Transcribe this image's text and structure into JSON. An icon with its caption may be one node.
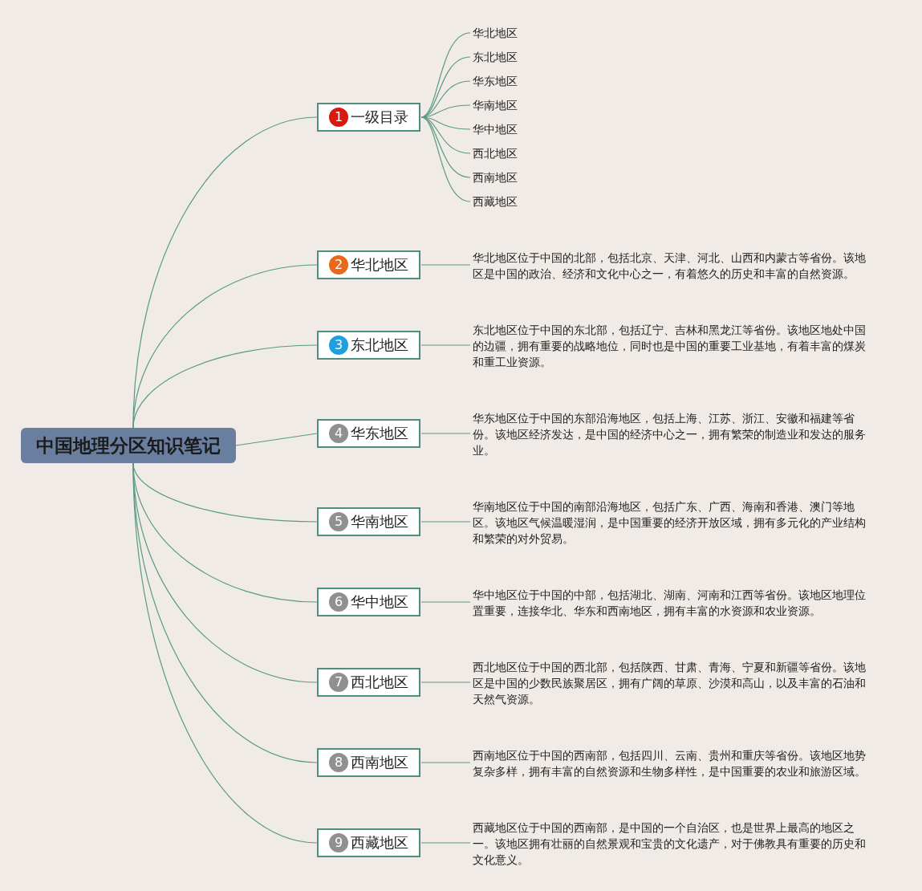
{
  "diagram": {
    "nodes": [
      {
        "text": [
          "中国地理分区知识笔记"
        ]
      },
      {
        "text": [
          "1",
          "一级目录"
        ]
      },
      {
        "text": [
          "2",
          "华北地区"
        ]
      },
      {
        "text": [
          "3",
          "东北地区"
        ]
      },
      {
        "text": [
          "4",
          "华东地区"
        ]
      },
      {
        "text": [
          "5",
          "华南地区"
        ]
      },
      {
        "text": [
          "6",
          "华中地区"
        ]
      },
      {
        "text": [
          "7",
          "西北地区"
        ]
      },
      {
        "text": [
          "8",
          "西南地区"
        ]
      },
      {
        "text": [
          "9",
          "西藏地区"
        ]
      },
      {
        "text": [
          "华北地区"
        ]
      },
      {
        "text": [
          "东北地区"
        ]
      },
      {
        "text": [
          "华东地区"
        ]
      },
      {
        "text": [
          "华南地区"
        ]
      },
      {
        "text": [
          "华中地区"
        ]
      },
      {
        "text": [
          "西北地区"
        ]
      },
      {
        "text": [
          "西南地区"
        ]
      },
      {
        "text": [
          "西藏地区"
        ]
      },
      {
        "text": [
          "华北地区位于中国的北部，包括北京、天津、河北、山西和内蒙古等省份。该地区是中国的政治、经济和文化中心之一，有着悠久的历史和丰富的自然资源。"
        ]
      },
      {
        "text": [
          "东北地区位于中国的东北部，包括辽宁、吉林和黑龙江等省份。该地区地处中国的边疆，拥有重要的战略地位，同时也是中国的重要工业基地，有着丰富的煤炭和重工业资源。"
        ]
      },
      {
        "text": [
          "华东地区位于中国的东部沿海地区，包括上海、江苏、浙江、安徽和福建等省份。该地区经济发达，是中国的经济中心之一，拥有繁荣的制造业和发达的服务业。"
        ]
      },
      {
        "text": [
          "华南地区位于中国的南部沿海地区，包括广东、广西、海南和香港、澳门等地区。该地区气候温暖湿润，是中国重要的经济开放区域，拥有多元化的产业结构和繁荣的对外贸易。"
        ]
      },
      {
        "text": [
          "华中地区位于中国的中部，包括湖北、湖南、河南和江西等省份。该地区地理位置重要，连接华北、华东和西南地区，拥有丰富的水资源和农业资源。"
        ]
      },
      {
        "text": [
          "西北地区位于中国的西北部，包括陕西、甘肃、青海、宁夏和新疆等省份。该地区是中国的少数民族聚居区，拥有广阔的草原、沙漠和高山，以及丰富的石油和天然气资源。"
        ]
      },
      {
        "text": [
          "西南地区位于中国的西南部，包括四川、云南、贵州和重庆等省份。该地区地势复杂多样，拥有丰富的自然资源和生物多样性，是中国重要的农业和旅游区域。"
        ]
      },
      {
        "text": [
          "西藏地区位于中国的西南部，是中国的一个自治区，也是世界上最高的地区之一。该地区拥有壮丽的自然景观和宝贵的文化遗产，对于佛教具有重要的历史和文化意义。"
        ]
      }
    ],
    "edges": [
      {
        "from": 0,
        "to": 1,
        "arrow": "none"
      },
      {
        "from": 0,
        "to": 2,
        "arrow": "none"
      },
      {
        "from": 0,
        "to": 3,
        "arrow": "none"
      },
      {
        "from": 0,
        "to": 4,
        "arrow": "none"
      },
      {
        "from": 0,
        "to": 5,
        "arrow": "none"
      },
      {
        "from": 0,
        "to": 6,
        "arrow": "none"
      },
      {
        "from": 0,
        "to": 7,
        "arrow": "none"
      },
      {
        "from": 0,
        "to": 8,
        "arrow": "none"
      },
      {
        "from": 0,
        "to": 9,
        "arrow": "none"
      },
      {
        "from": 1,
        "to": 10,
        "arrow": "none"
      },
      {
        "from": 1,
        "to": 11,
        "arrow": "none"
      },
      {
        "from": 1,
        "to": 12,
        "arrow": "none"
      },
      {
        "from": 1,
        "to": 13,
        "arrow": "none"
      },
      {
        "from": 1,
        "to": 14,
        "arrow": "none"
      },
      {
        "from": 1,
        "to": 15,
        "arrow": "none"
      },
      {
        "from": 1,
        "to": 16,
        "arrow": "none"
      },
      {
        "from": 1,
        "to": 17,
        "arrow": "none"
      },
      {
        "from": 2,
        "to": 18,
        "arrow": "none"
      },
      {
        "from": 3,
        "to": 19,
        "arrow": "none"
      },
      {
        "from": 4,
        "to": 20,
        "arrow": "none"
      },
      {
        "from": 5,
        "to": 21,
        "arrow": "none"
      },
      {
        "from": 6,
        "to": 22,
        "arrow": "none"
      },
      {
        "from": 7,
        "to": 23,
        "arrow": "none"
      },
      {
        "from": 8,
        "to": 24,
        "arrow": "none"
      },
      {
        "from": 9,
        "to": 25,
        "arrow": "none"
      }
    ]
  }
}
